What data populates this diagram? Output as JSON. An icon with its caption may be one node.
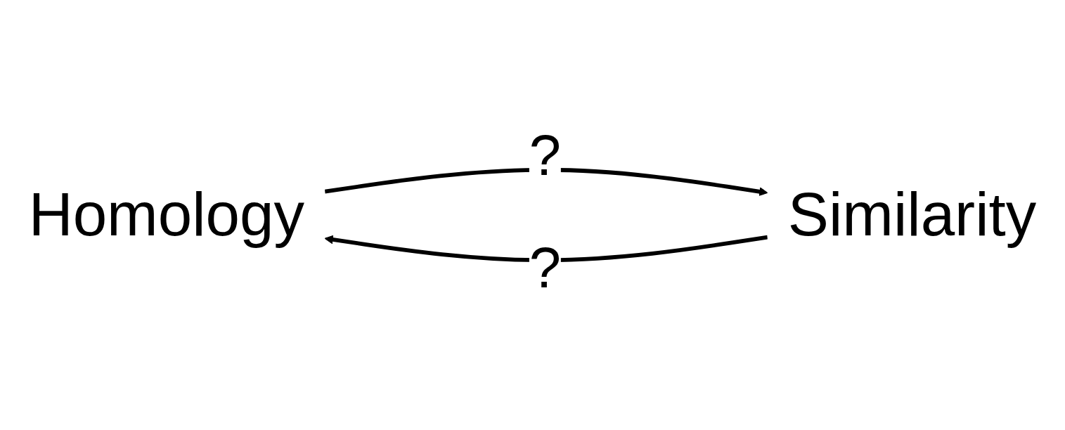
{
  "diagram": {
    "nodes": [
      {
        "text": [
          "Homology"
        ]
      },
      {
        "text": [
          "Similarity"
        ]
      }
    ],
    "edges": [
      {
        "from": 0,
        "to": 1,
        "arrow": "to",
        "label": "?"
      },
      {
        "from": 1,
        "to": 0,
        "arrow": "to",
        "label": "?"
      }
    ]
  }
}
